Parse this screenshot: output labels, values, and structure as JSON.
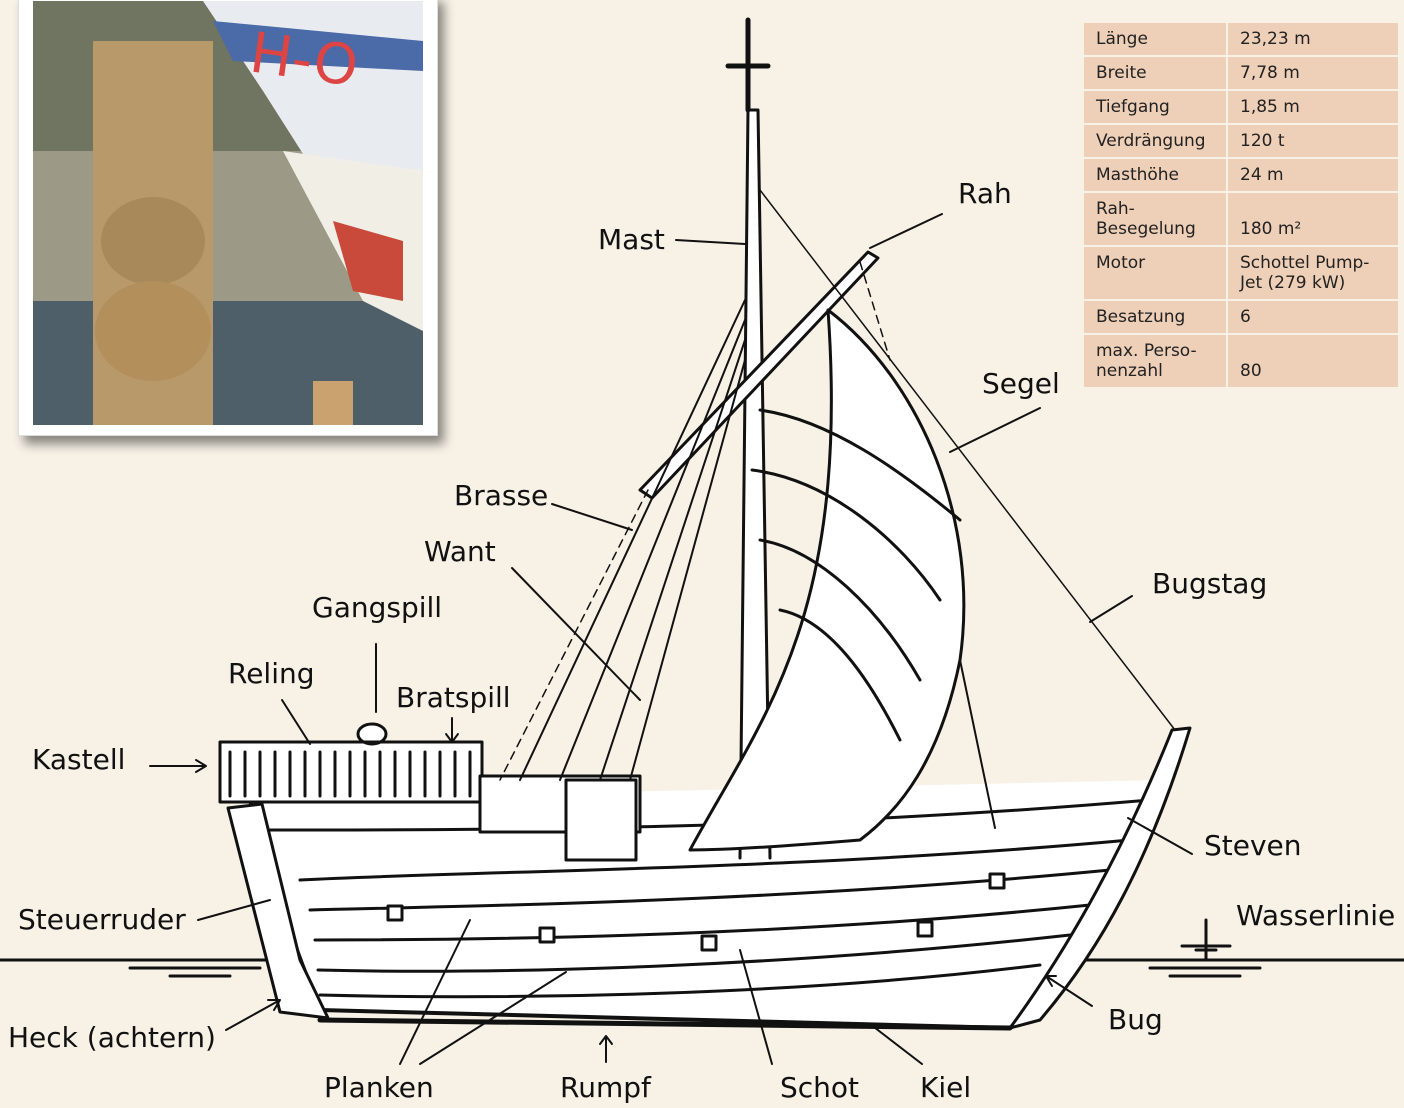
{
  "photo": {
    "flag_text": "H-O"
  },
  "specs": [
    {
      "key": "Länge",
      "value": "23,23 m"
    },
    {
      "key": "Breite",
      "value": "7,78 m"
    },
    {
      "key": "Tiefgang",
      "value": "1,85 m"
    },
    {
      "key": "Verdrängung",
      "value": "120 t"
    },
    {
      "key": "Masthöhe",
      "value": "24 m"
    },
    {
      "key": "Rah-Besegelung",
      "value": "180 m²"
    },
    {
      "key": "Motor",
      "value": "Schottel Pump-Jet (279 kW)"
    },
    {
      "key": "Besatzung",
      "value": "6"
    },
    {
      "key": "max. Perso-nenzahl",
      "value": "80"
    }
  ],
  "labels": {
    "mast": "Mast",
    "rah": "Rah",
    "segel": "Segel",
    "brasse": "Brasse",
    "want": "Want",
    "bugstag": "Bugstag",
    "gangspill": "Gangspill",
    "reling": "Reling",
    "bratspill": "Bratspill",
    "kastell": "Kastell",
    "steven": "Steven",
    "steuerruder": "Steuerruder",
    "wasserlinie": "Wasserlinie",
    "heck": "Heck (achtern)",
    "bug": "Bug",
    "planken": "Planken",
    "rumpf": "Rumpf",
    "schot": "Schot",
    "kiel": "Kiel"
  }
}
